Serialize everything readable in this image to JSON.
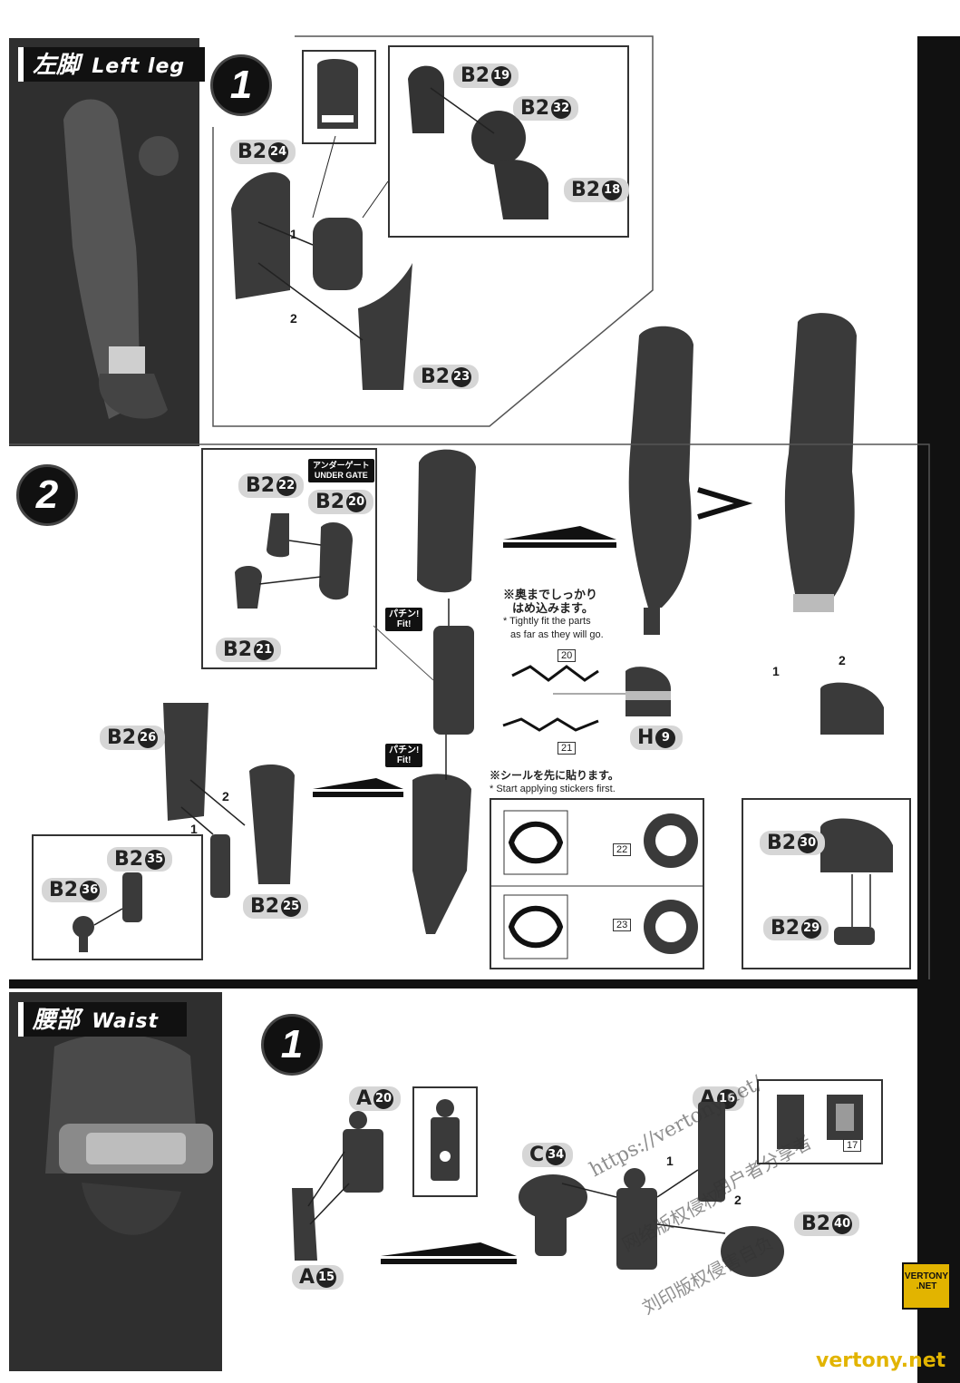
{
  "left_leg": {
    "header_jp": "左脚",
    "header_en": "Left leg",
    "step1": {
      "badge": "1",
      "parts": [
        {
          "id": "B2",
          "num": "24"
        },
        {
          "id": "B2",
          "num": "19"
        },
        {
          "id": "B2",
          "num": "32"
        },
        {
          "id": "B2",
          "num": "18"
        },
        {
          "id": "B2",
          "num": "23"
        }
      ],
      "order_1": "1",
      "order_2": "2"
    },
    "step2": {
      "badge": "2",
      "gate_jp": "アンダーゲート",
      "gate_en": "UNDER GATE",
      "fit_jp": "パチン!",
      "fit_en": "Fit!",
      "parts": [
        {
          "id": "B2",
          "num": "22"
        },
        {
          "id": "B2",
          "num": "20"
        },
        {
          "id": "B2",
          "num": "21"
        },
        {
          "id": "B2",
          "num": "26"
        },
        {
          "id": "B2",
          "num": "25"
        },
        {
          "id": "B2",
          "num": "35"
        },
        {
          "id": "B2",
          "num": "36"
        },
        {
          "id": "H",
          "num": "9"
        },
        {
          "id": "B2",
          "num": "30"
        },
        {
          "id": "B2",
          "num": "29"
        }
      ],
      "note_fit_jp_line1": "※奥までしっかり",
      "note_fit_jp_line2": "はめ込みます。",
      "note_fit_en_line1": "* Tightly fit the parts",
      "note_fit_en_line2": "as far as they will go.",
      "note_sticker_jp": "※シールを先に貼ります。",
      "note_sticker_en": "* Start applying stickers first.",
      "stickers": [
        "20",
        "21",
        "22",
        "23"
      ],
      "order_1": "1",
      "order_2": "2"
    }
  },
  "waist": {
    "header_jp": "腰部",
    "header_en": "Waist",
    "step1": {
      "badge": "1",
      "parts": [
        {
          "id": "A",
          "num": "20"
        },
        {
          "id": "A",
          "num": "15"
        },
        {
          "id": "C",
          "num": "34"
        },
        {
          "id": "A",
          "num": "16"
        },
        {
          "id": "B2",
          "num": "40"
        }
      ],
      "sticker": "17",
      "order_1": "1",
      "order_2": "2"
    }
  },
  "watermark": {
    "url": "https://vertony.net/",
    "cjk_line1": "用户者分享者",
    "cjk_line2": "网络版权侵权",
    "cjk_line3": "刘印版权侵害自负"
  },
  "corner_logo": {
    "line1": "VERTONY",
    "line2": ".NET"
  },
  "footer_site": "vertony.net"
}
